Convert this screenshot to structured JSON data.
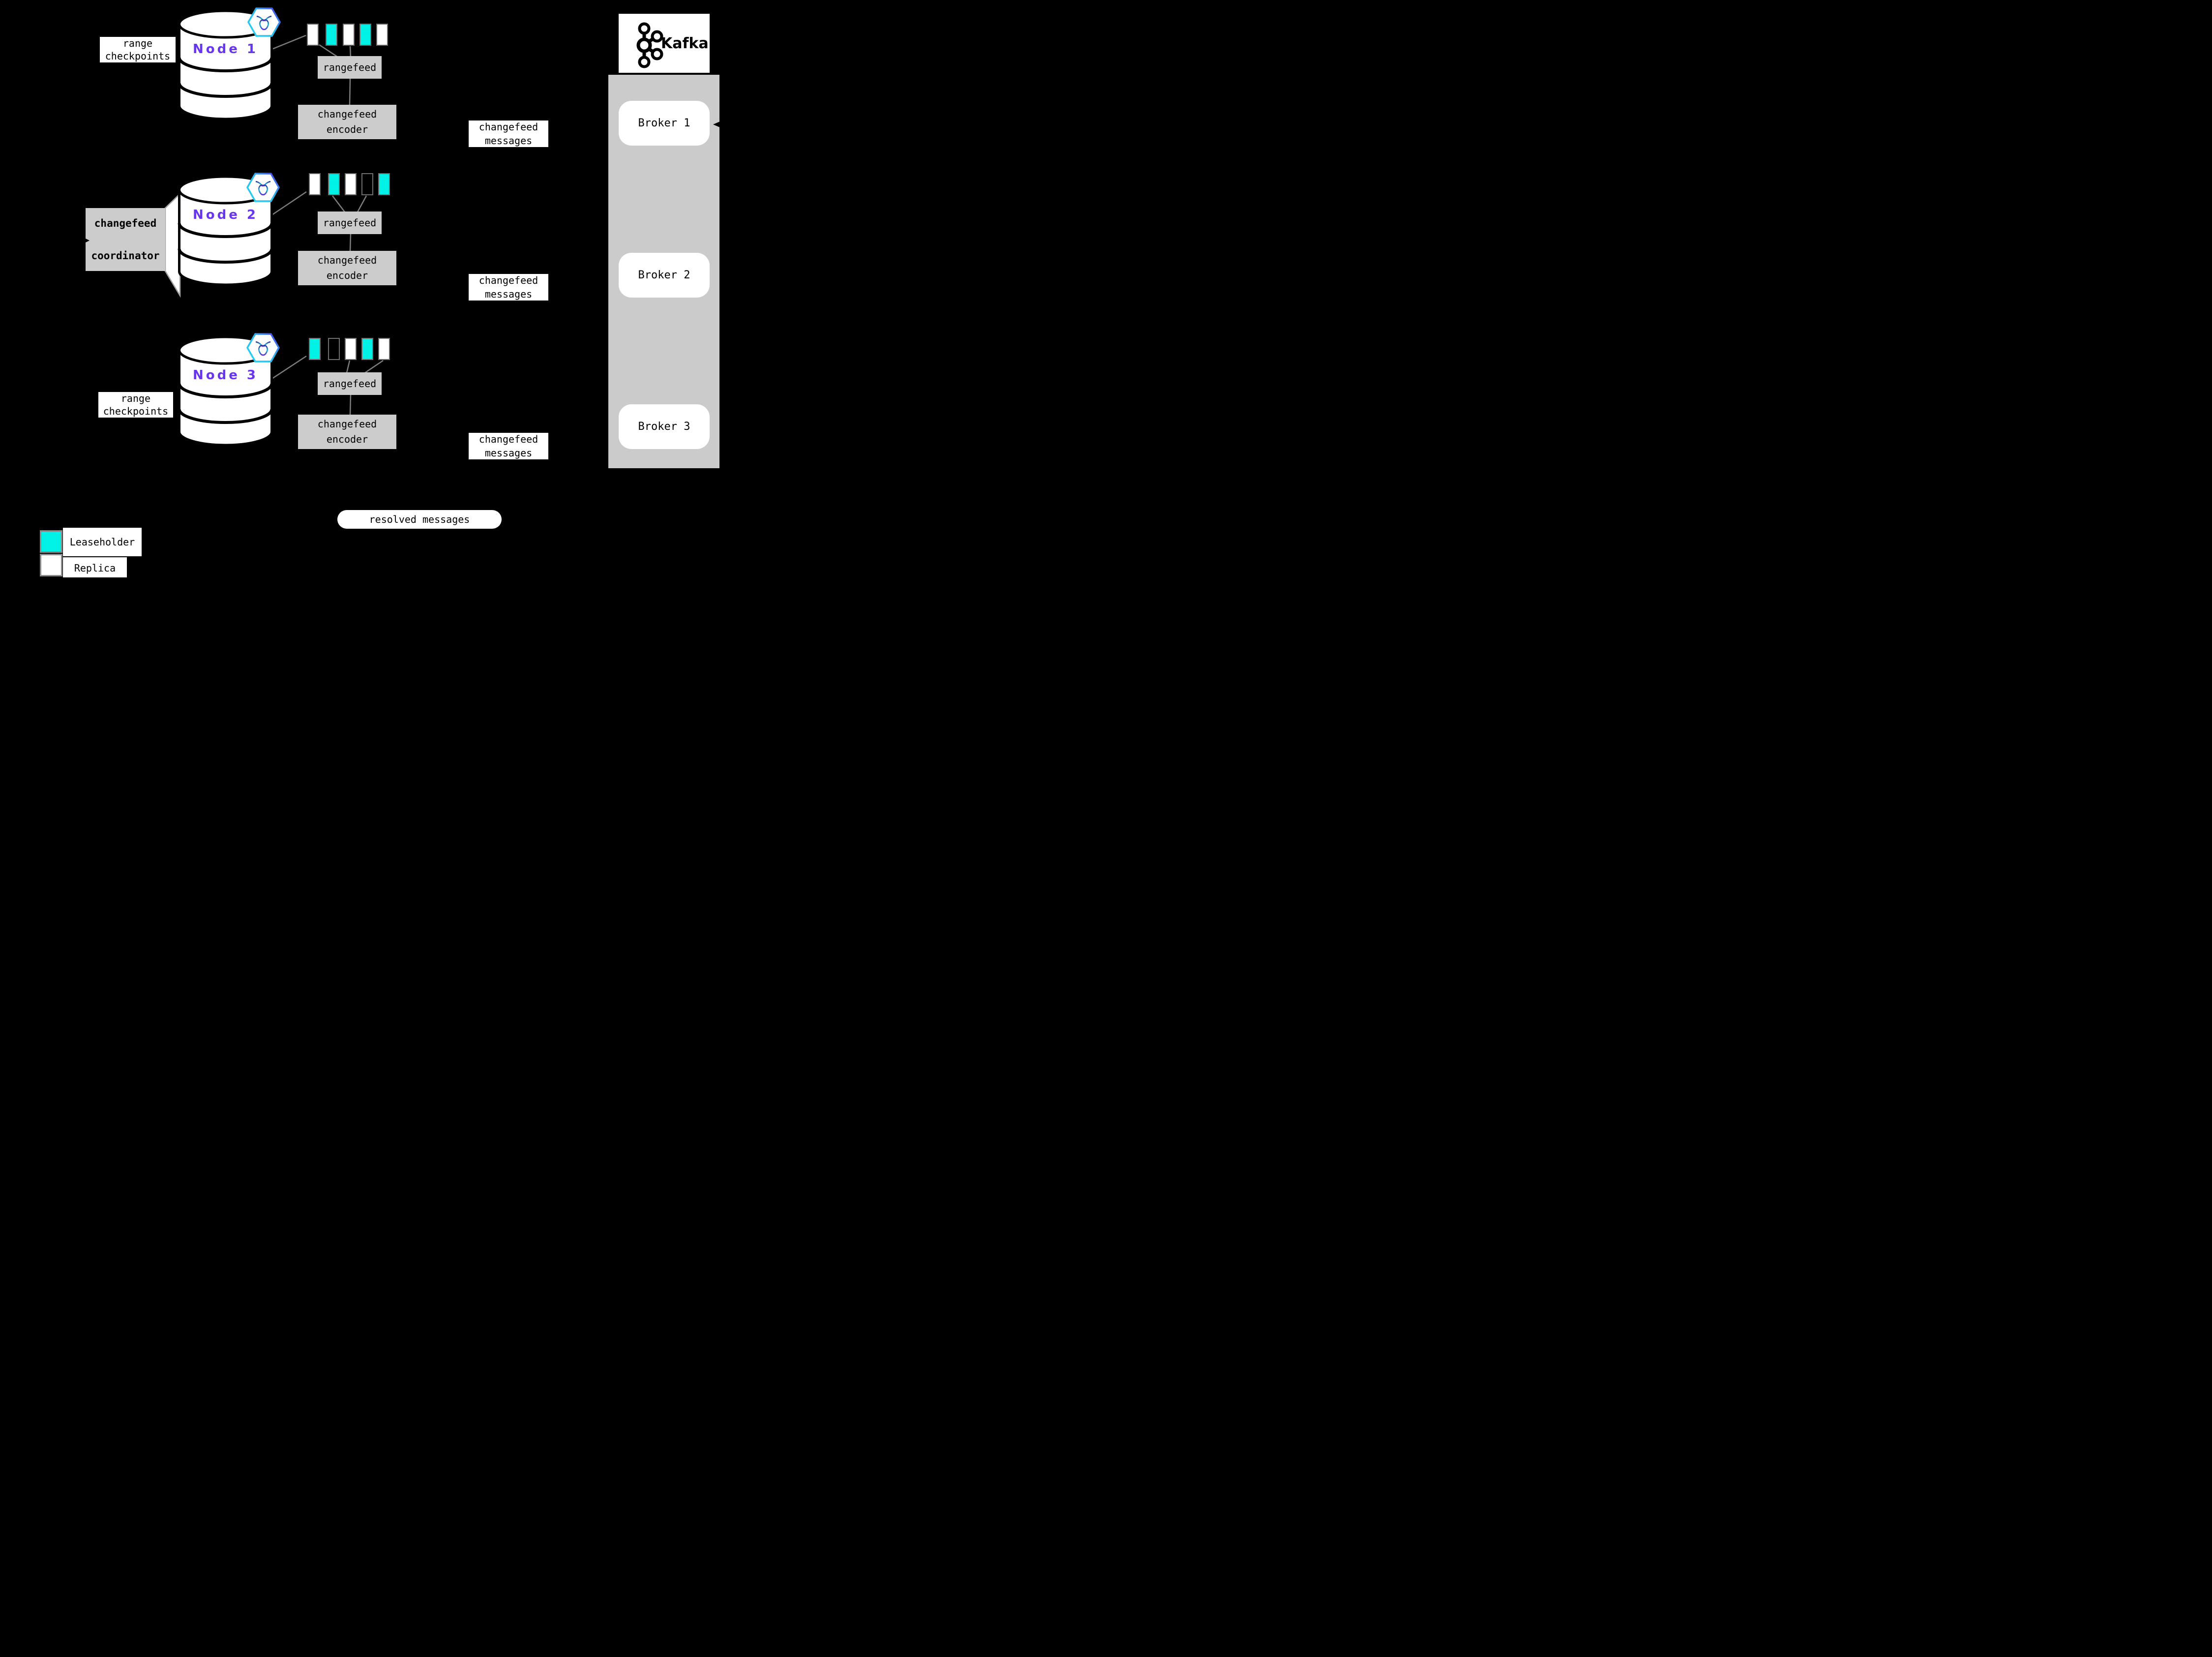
{
  "colors": {
    "leaseholder_cyan": "#00f2e6",
    "replica_white": "#ffffff",
    "node_purple": "#6936f0",
    "box_gray": "#cccccc",
    "column_gray": "#cbcbcb",
    "line_gray": "#7d7d7d",
    "square_border_gray": "#6e6e6e",
    "background": "#000000"
  },
  "nodes": [
    {
      "label": "Node 1",
      "checkpoint_label": "range checkpoints",
      "rangefeed_label": "rangefeed",
      "encoder_label": "changefeed encoder",
      "messages_label": "changefeed messages",
      "ranges": [
        "replica",
        "leaseholder",
        "replica",
        "leaseholder",
        "replica"
      ]
    },
    {
      "label": "Node 2",
      "coordinator_label": "changefeed coordinator",
      "rangefeed_label": "rangefeed",
      "encoder_label": "changefeed encoder",
      "messages_label": "changefeed messages",
      "ranges": [
        "replica",
        "leaseholder",
        "replica",
        "empty",
        "leaseholder"
      ]
    },
    {
      "label": "Node 3",
      "checkpoint_label": "range checkpoints",
      "rangefeed_label": "rangefeed",
      "encoder_label": "changefeed encoder",
      "messages_label": "changefeed messages",
      "ranges": [
        "leaseholder",
        "empty",
        "replica",
        "leaseholder",
        "replica"
      ]
    }
  ],
  "kafka": {
    "title": "Kafka",
    "brokers": [
      "Broker 1",
      "Broker 2",
      "Broker 3"
    ]
  },
  "resolved_label": "resolved messages",
  "legend": {
    "items": [
      {
        "label": "Leaseholder",
        "swatch": "leaseholder"
      },
      {
        "label": "Replica",
        "swatch": "replica"
      }
    ]
  }
}
